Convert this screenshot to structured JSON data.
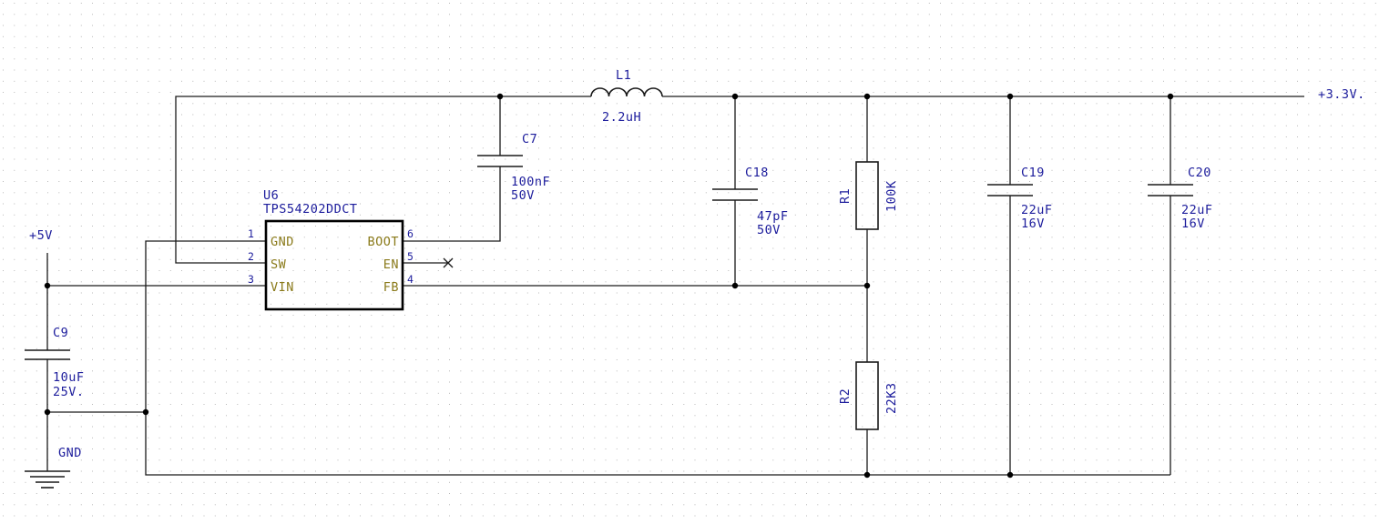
{
  "colors": {
    "wire": "#1a1a1a",
    "label": "#1c1c9c",
    "pin_name": "#8a7a1a",
    "grid": "#b9b9b9",
    "background": "#ffffff"
  },
  "ic": {
    "ref": "U6",
    "part": "TPS54202DDCT",
    "pins": [
      {
        "num": "1",
        "name": "GND"
      },
      {
        "num": "2",
        "name": "SW"
      },
      {
        "num": "3",
        "name": "VIN"
      },
      {
        "num": "6",
        "name": "BOOT"
      },
      {
        "num": "5",
        "name": "EN"
      },
      {
        "num": "4",
        "name": "FB"
      }
    ]
  },
  "nets": {
    "input": "+5V",
    "output": "+3.3V.",
    "ground": "GND"
  },
  "components": {
    "L1": {
      "ref": "L1",
      "value": "2.2uH"
    },
    "C7": {
      "ref": "C7",
      "value": "100nF",
      "rating": "50V"
    },
    "C18": {
      "ref": "C18",
      "value": "47pF",
      "rating": "50V"
    },
    "R1": {
      "ref": "R1",
      "value": "100K"
    },
    "R2": {
      "ref": "R2",
      "value": "22K3"
    },
    "C19": {
      "ref": "C19",
      "value": "22uF",
      "rating": "16V"
    },
    "C20": {
      "ref": "C20",
      "value": "22uF",
      "rating": "16V"
    },
    "C9": {
      "ref": "C9",
      "value": "10uF",
      "rating": "25V."
    }
  },
  "icons": [
    "ground-symbol-icon",
    "no-connect-icon",
    "junction-dot-icon"
  ]
}
